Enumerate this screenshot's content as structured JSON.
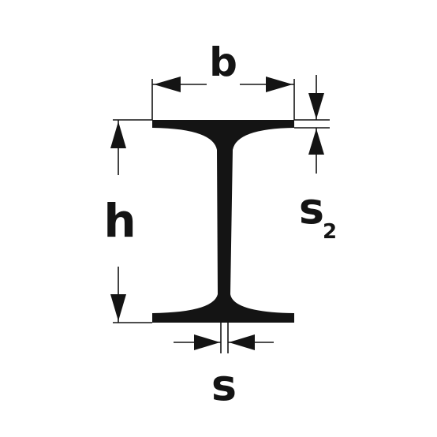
{
  "labels": {
    "width": "b",
    "height": "h",
    "web_thickness": "s",
    "flange_thickness_main": "s",
    "flange_thickness_sub": "2"
  },
  "colors": {
    "ink": "#141414",
    "background": "#ffffff"
  }
}
